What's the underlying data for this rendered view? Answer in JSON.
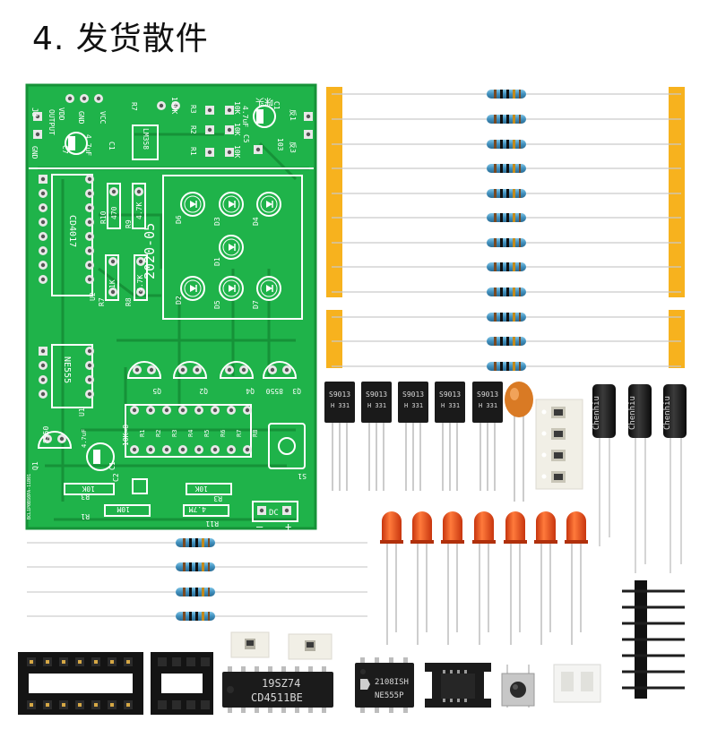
{
  "title": "4. 发货散件",
  "pcb": {
    "date": "2020-05",
    "labels": {
      "j3": "J3",
      "output": "OUTPUT",
      "gnd": "GND",
      "vdd": "VDD",
      "vcc": "VCC",
      "c7": "C7",
      "c7v": "4.7uF",
      "c1top": "C1",
      "r7": "R7",
      "r7v": "100K",
      "lm": "LM358",
      "r3t": "R3",
      "r2t": "R2",
      "r1t": "R1",
      "k10a": "10K",
      "k10b": "10K",
      "k10c": "10K",
      "c5": "C5",
      "c5v": "103",
      "cap47": "4.7uF",
      "c1b": "C1",
      "mic": "咪头",
      "fan": "反1",
      "fan3": "反3",
      "cd4017": "CD4017",
      "u2": "U2",
      "r10": "R10",
      "r9": "R9",
      "r470a": "470",
      "r470b": "4.7K",
      "r7b": "R7",
      "r8": "R8",
      "r1k": "1K",
      "r47": "4.7K",
      "d1": "D1",
      "d2": "D2",
      "d3": "D3",
      "d4": "D4",
      "d5": "D5",
      "d6": "D6",
      "d7": "D7",
      "ne555": "NE555",
      "u1": "U1",
      "q5": "Q5",
      "q2": "Q2",
      "q4": "Q4",
      "q3": "Q3",
      "b8550": "8550",
      "q1": "Q1",
      "s8550": "8550",
      "r10k": "10K×8",
      "rn1": "R1",
      "rn2": "R2",
      "rn3": "R3",
      "rn4": "R4",
      "rn5": "R5",
      "rn6": "R6",
      "rn7": "R7",
      "rn8": "R8",
      "c1c": "C1",
      "c1cv": "4.7uF",
      "r3c": "R3",
      "r3v": "10K",
      "c2": "C2",
      "r10k2": "10K",
      "r10m": "10M",
      "r4m7": "4.7M",
      "rr1": "R1",
      "rr11": "R11",
      "s1": "S1",
      "dc": "DC",
      "plus": "+",
      "minus": "—",
      "serial": "BCL1P0BS0PA-11B01"
    }
  },
  "components": {
    "transistor_top": "S9013",
    "transistor_bottom": "H 331",
    "capacitor_brand": "Chenhiu",
    "ic_cd4511_a": "19SZ74",
    "ic_cd4511_b": "CD4511BE",
    "ic_ne555_a": "2108ISH",
    "ic_ne555_b": "NE555P"
  },
  "colors": {
    "pcb": "#1fb34a",
    "pcb_dark": "#169238",
    "resistor_body": "#4d9bc4",
    "tape": "#f7b21e",
    "led": "#e5461b",
    "black": "#1a1a1a",
    "capacitor_ceramic": "#d97a24"
  }
}
